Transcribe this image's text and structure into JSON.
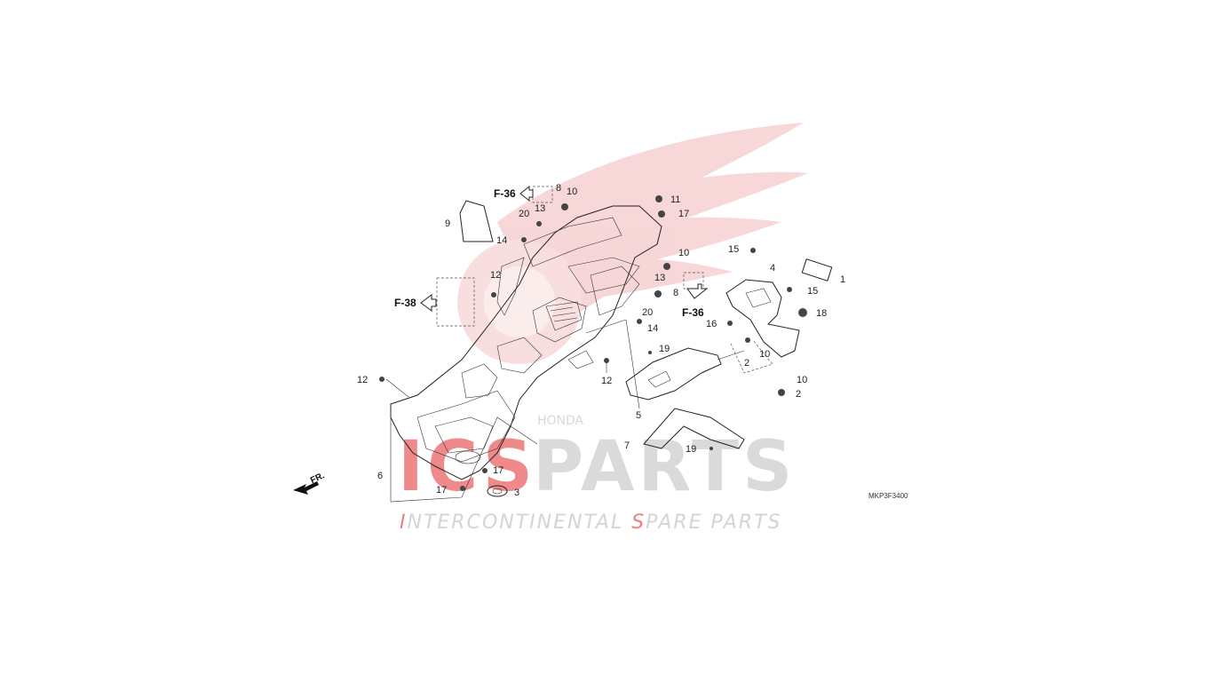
{
  "watermark": {
    "logo_text": "ICS PARTS",
    "logo_prefix": "ICS",
    "logo_main": "PARTS",
    "subtitle_parts": [
      {
        "text": "I",
        "accent": true
      },
      {
        "text": "NTERCONTINENTAL ",
        "accent": false
      },
      {
        "text": "S",
        "accent": true
      },
      {
        "text": "PARE PARTS",
        "accent": false
      }
    ],
    "small_text": "HONDA",
    "colors": {
      "accent": "#e32b2b",
      "grey": "#bdbdbd",
      "wing": "#f2c7c7"
    }
  },
  "diagram": {
    "code": "MKP3F3400",
    "front_label": "FR.",
    "references": [
      {
        "id": "ref-f36-top",
        "text": "F-36"
      },
      {
        "id": "ref-f38",
        "text": "F-38"
      },
      {
        "id": "ref-f36-right",
        "text": "F-36"
      }
    ],
    "callouts": [
      {
        "id": "c8a",
        "text": "8"
      },
      {
        "id": "c10a",
        "text": "10"
      },
      {
        "id": "c11",
        "text": "11"
      },
      {
        "id": "c17a",
        "text": "17"
      },
      {
        "id": "c9",
        "text": "9"
      },
      {
        "id": "c20a",
        "text": "20"
      },
      {
        "id": "c13a",
        "text": "13"
      },
      {
        "id": "c14a",
        "text": "14"
      },
      {
        "id": "c12a",
        "text": "12"
      },
      {
        "id": "c15a",
        "text": "15"
      },
      {
        "id": "c4",
        "text": "4"
      },
      {
        "id": "c1",
        "text": "1"
      },
      {
        "id": "c10b",
        "text": "10"
      },
      {
        "id": "c13b",
        "text": "13"
      },
      {
        "id": "c8b",
        "text": "8"
      },
      {
        "id": "c15b",
        "text": "15"
      },
      {
        "id": "c18",
        "text": "18"
      },
      {
        "id": "c20b",
        "text": "20"
      },
      {
        "id": "c14b",
        "text": "14"
      },
      {
        "id": "c16",
        "text": "16"
      },
      {
        "id": "c19a",
        "text": "19"
      },
      {
        "id": "c2a",
        "text": "2"
      },
      {
        "id": "c10c",
        "text": "10"
      },
      {
        "id": "c10d",
        "text": "10"
      },
      {
        "id": "c2b",
        "text": "2"
      },
      {
        "id": "c12b",
        "text": "12"
      },
      {
        "id": "c12c",
        "text": "12"
      },
      {
        "id": "c5",
        "text": "5"
      },
      {
        "id": "c7",
        "text": "7"
      },
      {
        "id": "c19b",
        "text": "19"
      },
      {
        "id": "c6",
        "text": "6"
      },
      {
        "id": "c17b",
        "text": "17"
      },
      {
        "id": "c17c",
        "text": "17"
      },
      {
        "id": "c3",
        "text": "3"
      }
    ]
  }
}
